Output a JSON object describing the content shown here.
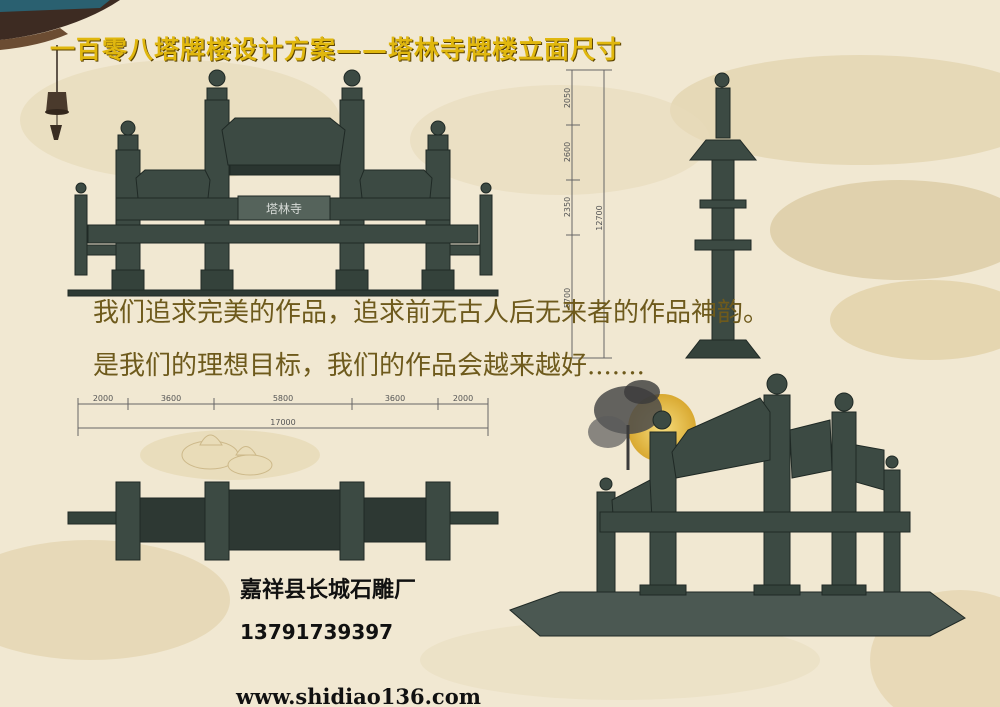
{
  "title": "一百零八塔牌楼设计方案——塔林寺牌楼立面尺寸",
  "slogan_line1": "我们追求完美的作品，追求前无古人后无来者的作品神韵。",
  "slogan_line2": "是我们的理想目标，我们的作品会越来越好.......",
  "company": "嘉祥县长城石雕厂",
  "phone": "13791739397",
  "website": "www.shidiao136.com",
  "gate_inscription": "塔林寺",
  "dimensions": {
    "horizontal": [
      "2000",
      "3600",
      "5800",
      "3600",
      "2000"
    ],
    "horizontal_total": "17000",
    "vertical": [
      "2050",
      "2600",
      "2350",
      "5700"
    ],
    "vertical_total": "12700"
  },
  "colors": {
    "background": "#f1e8d2",
    "stone": "#3c4a43",
    "title": "#e0b70e",
    "slogan": "#6e5a1c"
  }
}
